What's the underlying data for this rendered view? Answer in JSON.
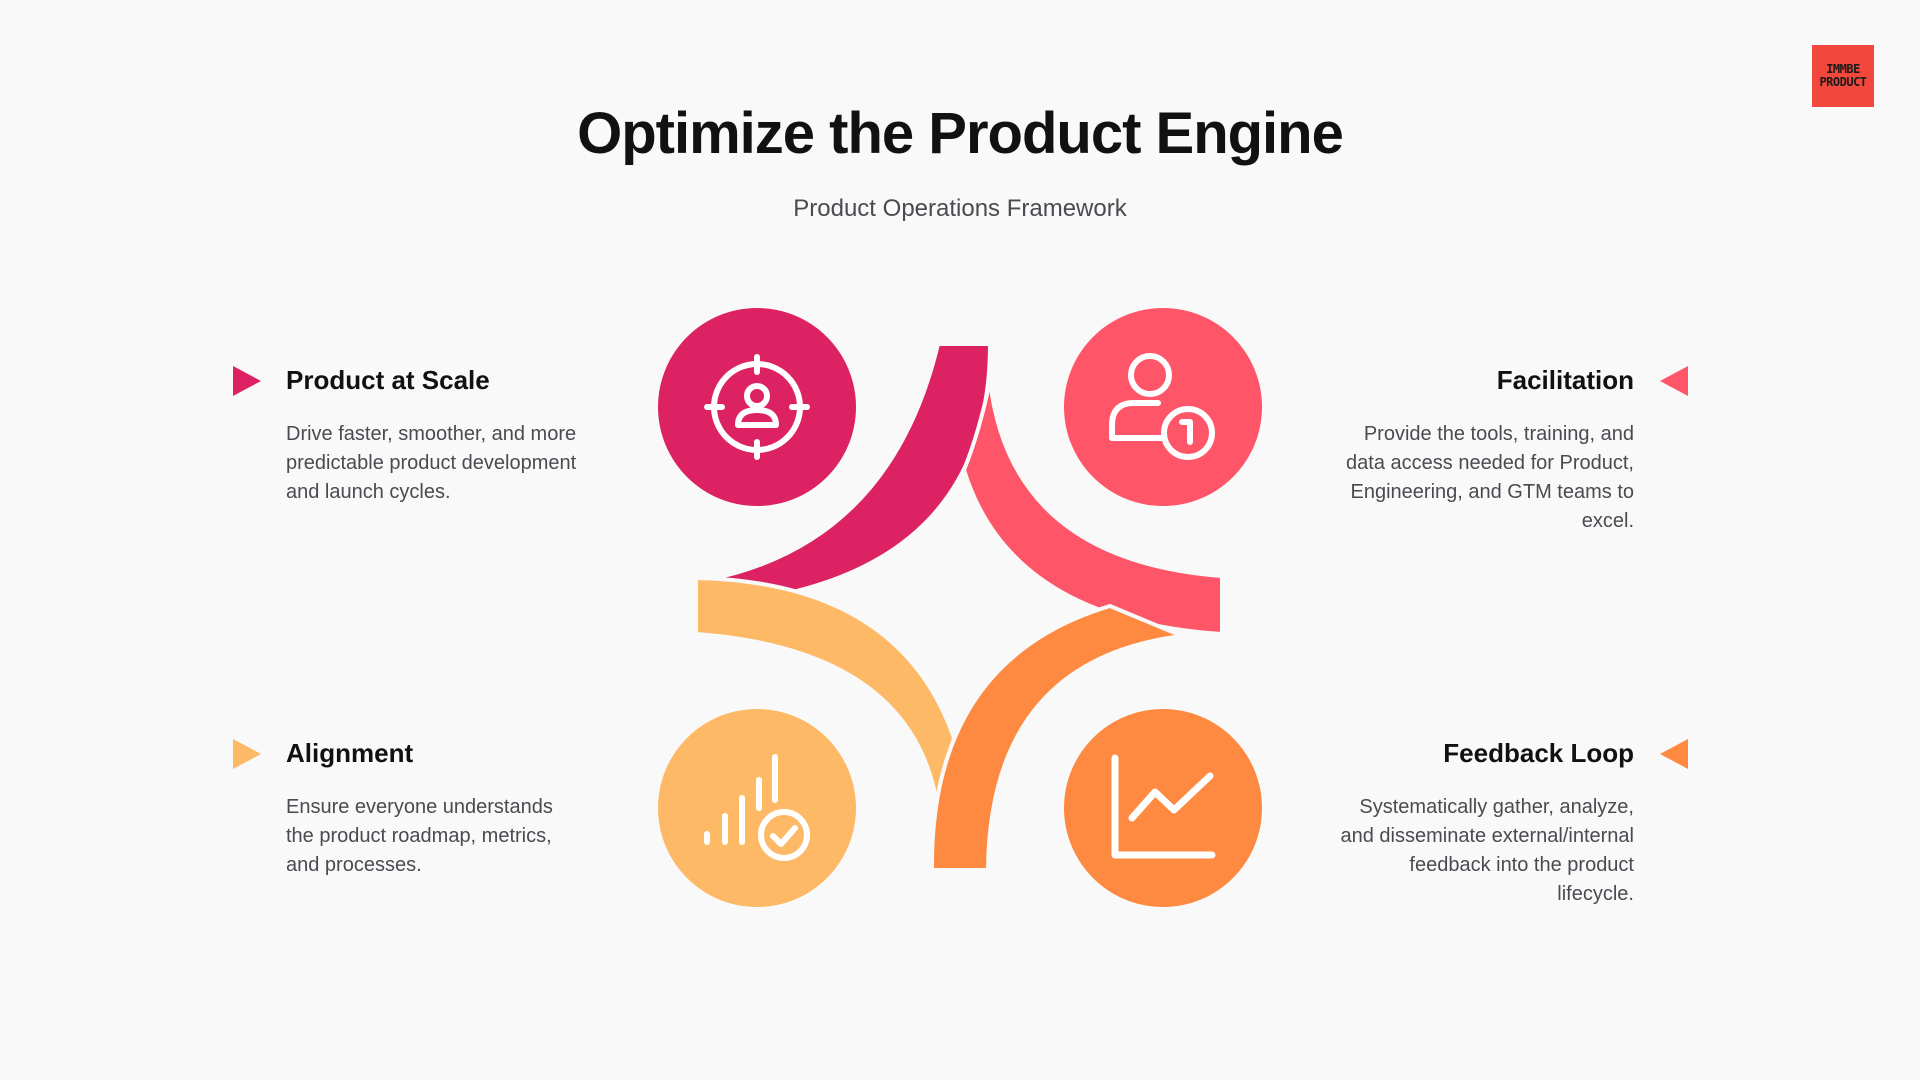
{
  "logo": {
    "line1": "IMMBE",
    "line2": "PRODUCT"
  },
  "title": "Optimize the Product Engine",
  "subtitle": "Product Operations Framework",
  "colors": {
    "scale": "#dc2262",
    "facilitation": "#fe5668",
    "alignment": "#feb966",
    "feedback": "#fe8a42"
  },
  "pillars": {
    "scale": {
      "title": "Product at Scale",
      "desc": "Drive faster, smoother, and more predictable product development and launch cycles.",
      "icon": "target-user-icon"
    },
    "facilitation": {
      "title": "Facilitation",
      "desc": "Provide the tools, training, and data access needed for Product, Engineering, and GTM teams to excel.",
      "icon": "user-clock-icon"
    },
    "alignment": {
      "title": "Alignment",
      "desc": "Ensure everyone understands the product roadmap, metrics, and processes.",
      "icon": "bars-check-icon"
    },
    "feedback": {
      "title": "Feedback Loop",
      "desc": "Systematically gather, analyze, and disseminate external/internal feedback into the product lifecycle.",
      "icon": "line-chart-icon"
    }
  }
}
